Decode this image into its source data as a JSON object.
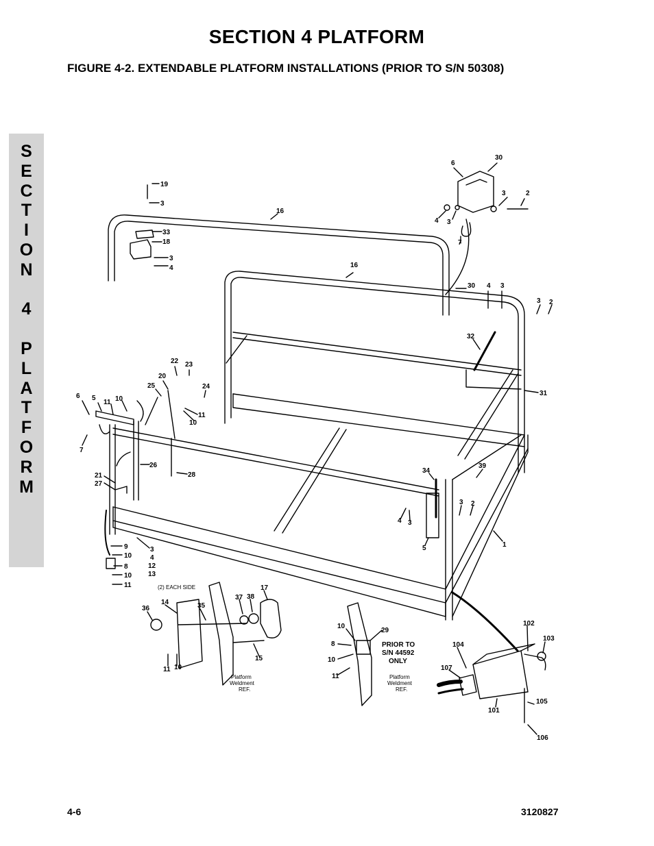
{
  "header": {
    "section_title": "SECTION 4  PLATFORM",
    "figure_title": "FIGURE 4-2.    EXTENDABLE PLATFORM INSTALLATIONS (PRIOR TO S/N 50308)"
  },
  "side_tab": {
    "letters": [
      "S",
      "E",
      "C",
      "T",
      "I",
      "O",
      "N",
      "",
      "4",
      "",
      "P",
      "L",
      "A",
      "T",
      "F",
      "O",
      "R",
      "M"
    ]
  },
  "diagram": {
    "notes": {
      "each_side": "(2) EACH SIDE",
      "prior_line1": "PRIOR TO",
      "prior_line2": "S/N 44592",
      "prior_line3": "ONLY",
      "weld1_line1": "Platform",
      "weld1_line2": "Weldment",
      "weld1_line3": "REF.",
      "weld2_line1": "Platform",
      "weld2_line2": "Weldment",
      "weld2_line3": "REF."
    },
    "callouts": [
      {
        "id": "c19",
        "text": "19"
      },
      {
        "id": "c3a",
        "text": "3"
      },
      {
        "id": "c16a",
        "text": "16"
      },
      {
        "id": "c33",
        "text": "33"
      },
      {
        "id": "c18",
        "text": "18"
      },
      {
        "id": "c3b",
        "text": "3"
      },
      {
        "id": "c4a",
        "text": "4"
      },
      {
        "id": "c16b",
        "text": "16"
      },
      {
        "id": "c6a",
        "text": "6"
      },
      {
        "id": "c30a",
        "text": "30"
      },
      {
        "id": "c3c",
        "text": "3"
      },
      {
        "id": "c2a",
        "text": "2"
      },
      {
        "id": "c4b",
        "text": "4"
      },
      {
        "id": "c3d",
        "text": "3"
      },
      {
        "id": "c7a",
        "text": "7"
      },
      {
        "id": "c30b",
        "text": "30"
      },
      {
        "id": "c4c",
        "text": "4"
      },
      {
        "id": "c3e",
        "text": "3"
      },
      {
        "id": "c3f",
        "text": "3"
      },
      {
        "id": "c2b",
        "text": "2"
      },
      {
        "id": "c32",
        "text": "32"
      },
      {
        "id": "c31",
        "text": "31"
      },
      {
        "id": "c22",
        "text": "22"
      },
      {
        "id": "c23",
        "text": "23"
      },
      {
        "id": "c20",
        "text": "20"
      },
      {
        "id": "c25",
        "text": "25"
      },
      {
        "id": "c24",
        "text": "24"
      },
      {
        "id": "c6b",
        "text": "6"
      },
      {
        "id": "c5a",
        "text": "5"
      },
      {
        "id": "c11a",
        "text": "11"
      },
      {
        "id": "c10a",
        "text": "10"
      },
      {
        "id": "c11b",
        "text": "11"
      },
      {
        "id": "c10b",
        "text": "10"
      },
      {
        "id": "c7b",
        "text": "7"
      },
      {
        "id": "c26",
        "text": "26"
      },
      {
        "id": "c28",
        "text": "28"
      },
      {
        "id": "c21",
        "text": "21"
      },
      {
        "id": "c27",
        "text": "27"
      },
      {
        "id": "c34",
        "text": "34"
      },
      {
        "id": "c39",
        "text": "39"
      },
      {
        "id": "c3g",
        "text": "3"
      },
      {
        "id": "c2c",
        "text": "2"
      },
      {
        "id": "c4d",
        "text": "4"
      },
      {
        "id": "c3h",
        "text": "3"
      },
      {
        "id": "c5b",
        "text": "5"
      },
      {
        "id": "c1",
        "text": "1"
      },
      {
        "id": "c9",
        "text": "9"
      },
      {
        "id": "c10c",
        "text": "10"
      },
      {
        "id": "c8a",
        "text": "8"
      },
      {
        "id": "c10d",
        "text": "10"
      },
      {
        "id": "c11c",
        "text": "11"
      },
      {
        "id": "c3i",
        "text": "3"
      },
      {
        "id": "c4e",
        "text": "4"
      },
      {
        "id": "c12",
        "text": "12"
      },
      {
        "id": "c13",
        "text": "13"
      },
      {
        "id": "c17",
        "text": "17"
      },
      {
        "id": "c14",
        "text": "14"
      },
      {
        "id": "c35",
        "text": "35"
      },
      {
        "id": "c37",
        "text": "37"
      },
      {
        "id": "c38",
        "text": "38"
      },
      {
        "id": "c36",
        "text": "36"
      },
      {
        "id": "c15",
        "text": "15"
      },
      {
        "id": "c11d",
        "text": "11"
      },
      {
        "id": "c10e",
        "text": "10"
      },
      {
        "id": "c10f",
        "text": "10"
      },
      {
        "id": "c29",
        "text": "29"
      },
      {
        "id": "c8b",
        "text": "8"
      },
      {
        "id": "c10g",
        "text": "10"
      },
      {
        "id": "c11e",
        "text": "11"
      },
      {
        "id": "c102",
        "text": "102"
      },
      {
        "id": "c103",
        "text": "103"
      },
      {
        "id": "c104",
        "text": "104"
      },
      {
        "id": "c107",
        "text": "107"
      },
      {
        "id": "c105",
        "text": "105"
      },
      {
        "id": "c101",
        "text": "101"
      },
      {
        "id": "c106",
        "text": "106"
      }
    ]
  },
  "footer": {
    "page_number": "4-6",
    "document_number": "3120827"
  }
}
